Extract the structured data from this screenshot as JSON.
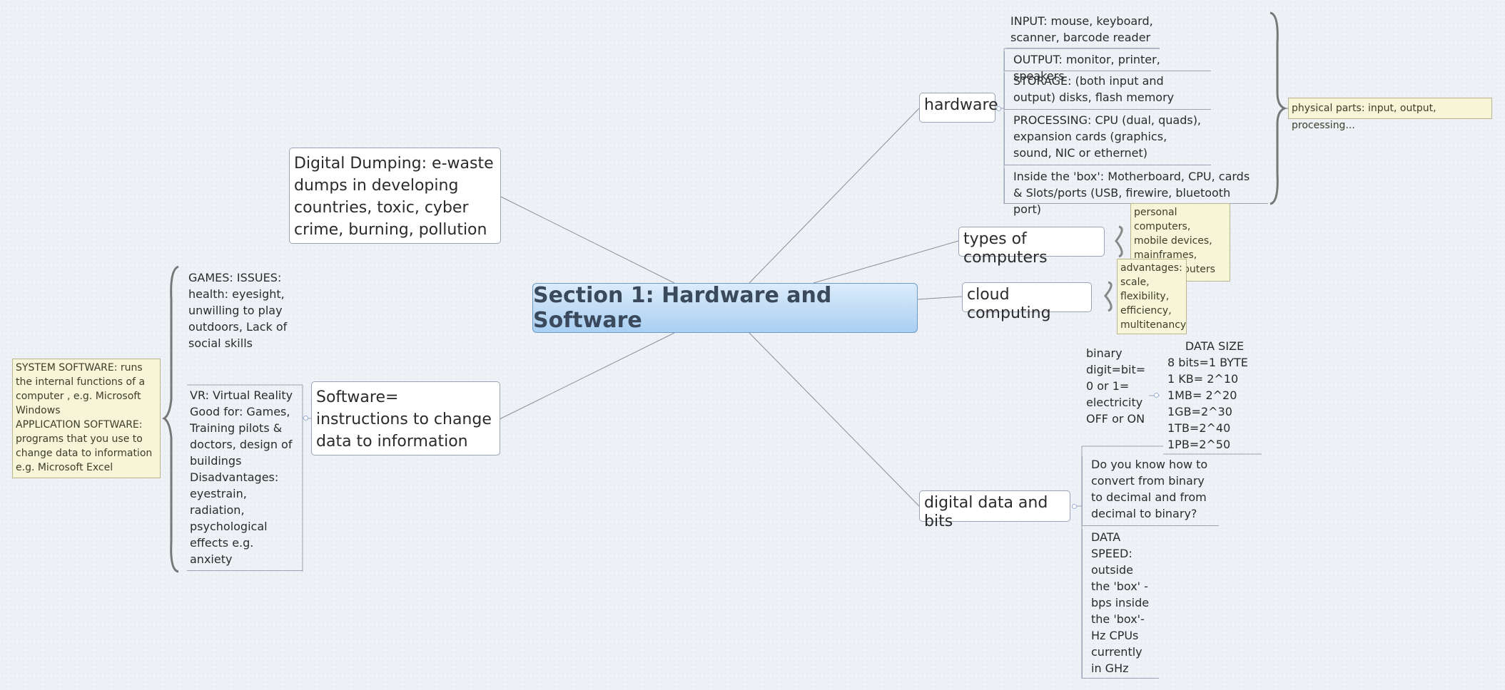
{
  "central": "Section 1: Hardware and Software",
  "digital_dumping": "Digital Dumping: e-waste dumps in developing countries, toxic, cyber crime, burning, pollution",
  "hardware": {
    "label": "hardware",
    "input": "INPUT: mouse, keyboard, scanner, barcode reader",
    "output": "OUTPUT: monitor, printer, speakers",
    "storage": "STORAGE: (both input and output) disks, flash memory",
    "processing": "PROCESSING: CPU (dual, quads), expansion cards (graphics, sound, NIC or ethernet)",
    "inside_box": "Inside the 'box': Motherboard, CPU, cards & Slots/ports (USB, firewire, bluetooth port)",
    "summary": "physical parts: input, output, processing..."
  },
  "types": {
    "label": "types of computers",
    "note": "personal computers, mobile devices, mainframes, supercomputers"
  },
  "cloud": {
    "label": "cloud computing",
    "note": "advantages: scale, flexibility, efficiency, multitenancy"
  },
  "data": {
    "label": "digital data and bits",
    "binary": "binary digit=bit= 0 or 1= electricity OFF or ON",
    "size_title": "DATA SIZE",
    "size_lines": [
      "8 bits=1 BYTE",
      "1 KB= 2^10",
      "1MB= 2^20",
      "1GB=2^30",
      "1TB=2^40",
      "1PB=2^50"
    ],
    "convert": "Do you know how to convert from binary to decimal and from decimal to binary?",
    "speed": "DATA SPEED: outside the 'box' -bps inside the 'box'-Hz CPUs currently in GHz"
  },
  "software": {
    "label": "Software= instructions to change data to information",
    "games": "GAMES: ISSUES: health: eyesight, unwilling to play outdoors, Lack of social skills",
    "vr": "VR: Virtual Reality Good for: Games, Training pilots & doctors, design of buildings Disadvantages: eyestrain, radiation, psychological effects e.g. anxiety",
    "note_line1": "SYSTEM SOFTWARE: runs the internal functions of a computer , e.g. Microsoft Windows",
    "note_line2": "APPLICATION SOFTWARE: programs that you use to change data to information e.g. Microsoft Excel"
  }
}
